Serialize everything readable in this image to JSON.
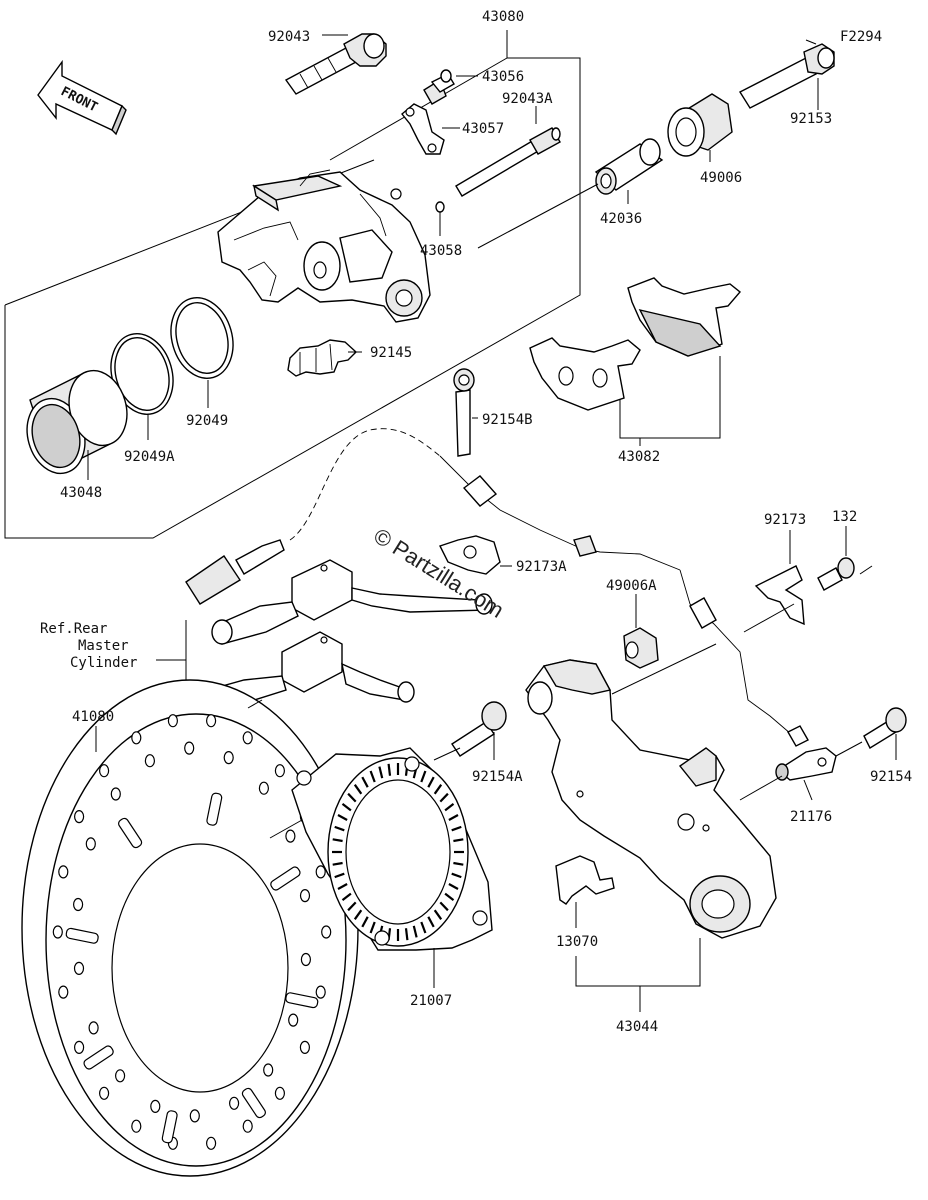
{
  "diagram": {
    "code": "F2294",
    "front_label": "FRONT",
    "watermark": "© Partzilla.com",
    "reference_note": [
      "Ref.Rear",
      "Master",
      "Cylinder"
    ],
    "part_labels": {
      "p92043": "92043",
      "p43080": "43080",
      "p43056": "43056",
      "p92043A": "92043A",
      "p43057": "43057",
      "p92153": "92153",
      "p49006": "49006",
      "p42036": "42036",
      "p43058": "43058",
      "p92145": "92145",
      "p92049": "92049",
      "p92049A": "92049A",
      "p43048": "43048",
      "p92154B": "92154B",
      "p43082": "43082",
      "p92173A": "92173A",
      "p92173": "92173",
      "p132": "132",
      "p49006A": "49006A",
      "p41080": "41080",
      "p92154A": "92154A",
      "p92154": "92154",
      "p21176": "21176",
      "p21007": "21007",
      "p13070": "13070",
      "p43044": "43044"
    }
  }
}
